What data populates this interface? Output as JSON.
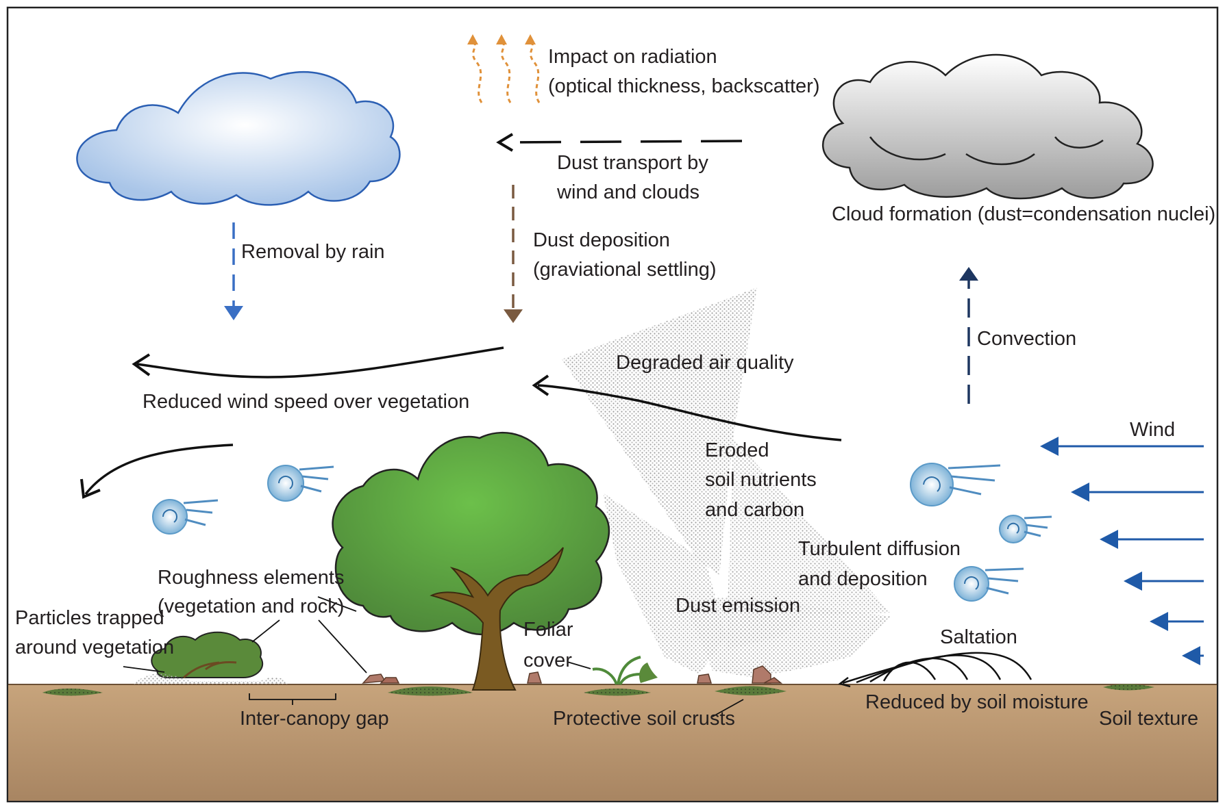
{
  "labels": {
    "impact_radiation_1": "Impact on radiation",
    "impact_radiation_2": "(optical thickness, backscatter)",
    "dust_transport_1": "Dust transport by",
    "dust_transport_2": "wind and clouds",
    "cloud_formation": "Cloud formation (dust=condensation nuclei)",
    "removal_by_rain": "Removal by rain",
    "dust_deposition_1": "Dust deposition",
    "dust_deposition_2": "(graviational settling)",
    "convection": "Convection",
    "degraded_air_quality": "Degraded air quality",
    "reduced_wind_speed": "Reduced wind speed over vegetation",
    "wind": "Wind",
    "eroded_1": "Eroded",
    "eroded_2": "soil nutrients",
    "eroded_3": "and carbon",
    "turbulent_1": "Turbulent diffusion",
    "turbulent_2": "and deposition",
    "roughness_1": "Roughness elements",
    "roughness_2": "(vegetation and rock)",
    "dust_emission": "Dust emission",
    "particles_trapped_1": "Particles trapped",
    "particles_trapped_2": "around vegetation",
    "foliar_1": "Foliar",
    "foliar_2": "cover",
    "saltation": "Saltation",
    "reduced_soil_moisture": "Reduced by soil moisture",
    "soil_texture": "Soil texture",
    "inter_canopy_gap": "Inter-canopy gap",
    "protective_crusts": "Protective soil crusts"
  },
  "colors": {
    "rain_arrow": "#3a6fc4",
    "deposition_arrow": "#7a5a40",
    "radiation_arrow": "#e0913a",
    "convection_arrow": "#1d3660",
    "wind_arrow": "#1f5aa8",
    "ground": "#c8a680",
    "tree_canopy": "#5a9e3e",
    "trunk": "#7a5a22"
  }
}
